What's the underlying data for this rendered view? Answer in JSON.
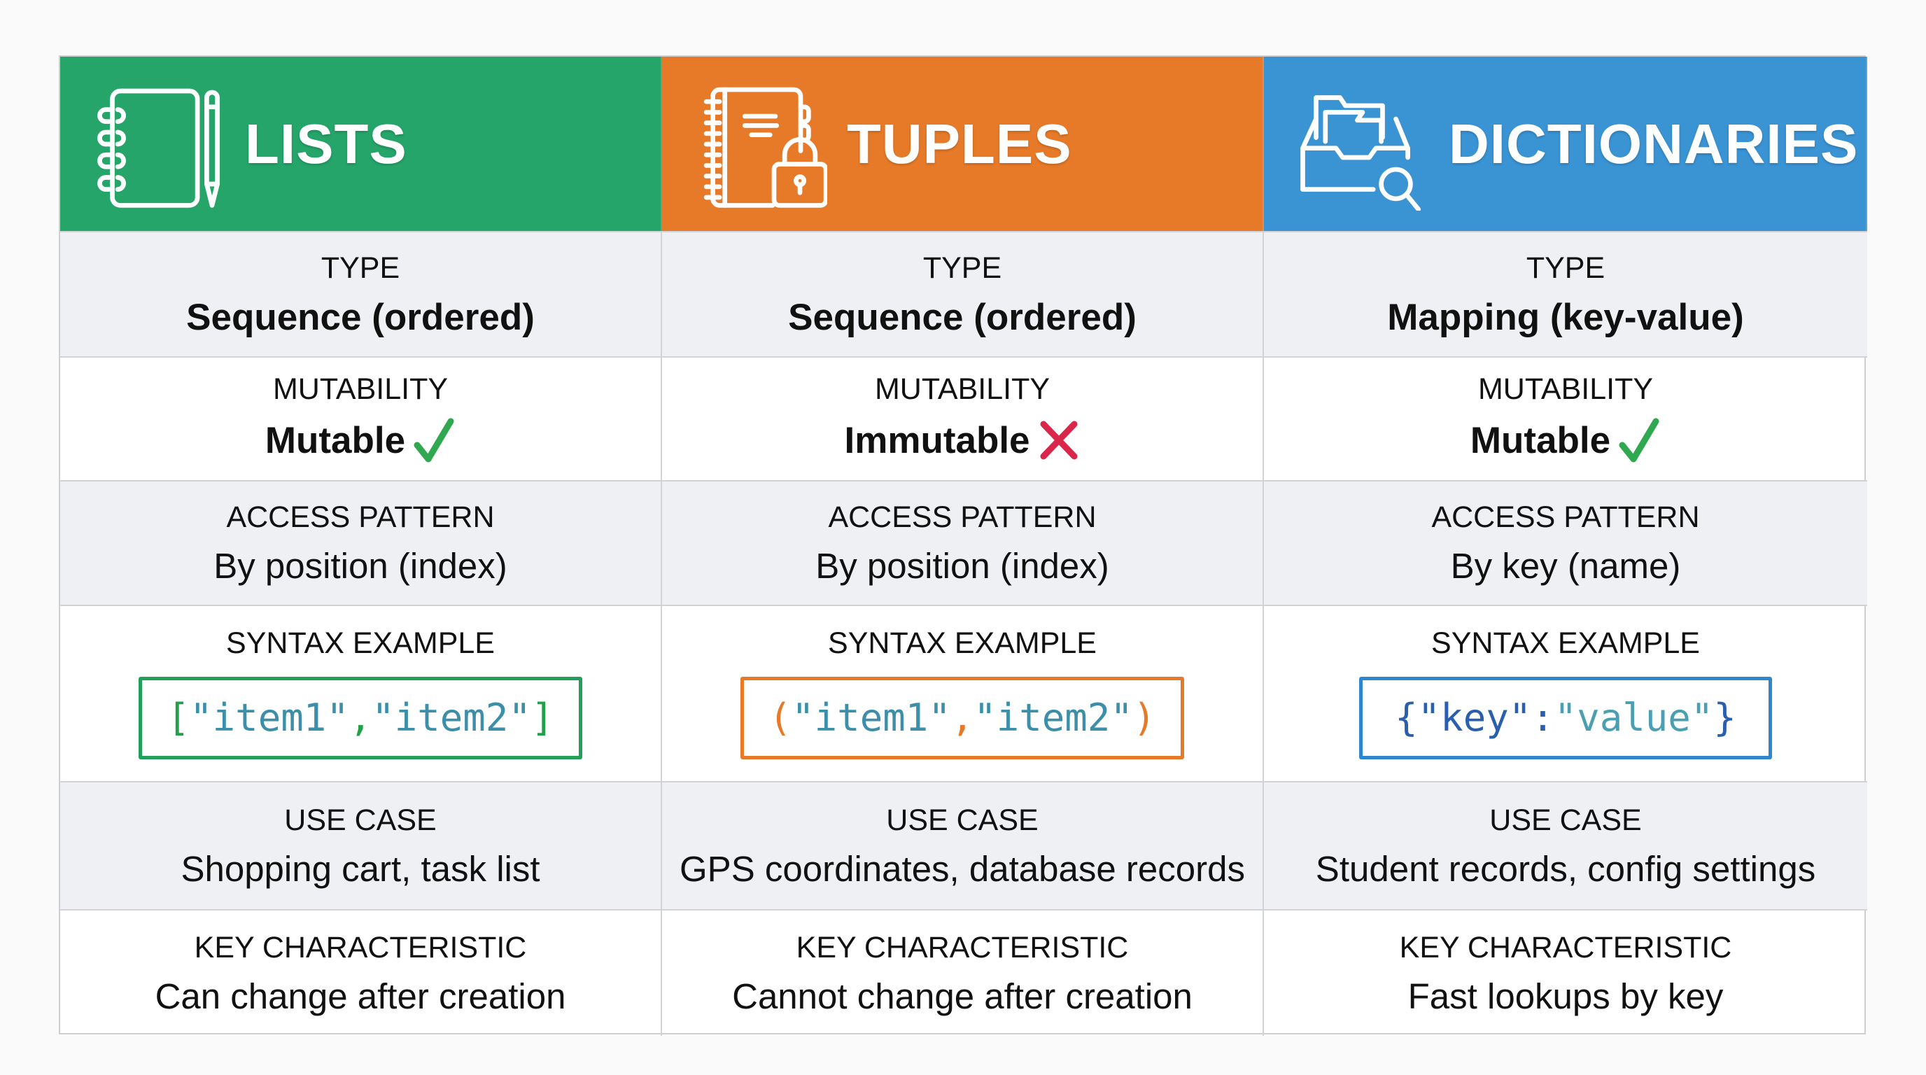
{
  "columns": [
    {
      "id": "lists",
      "title": "LISTS",
      "icon": "notebook-pencil-icon",
      "color": "#25a56a",
      "type": {
        "label": "TYPE",
        "value": "Sequence (ordered)"
      },
      "mutability": {
        "label": "MUTABILITY",
        "value": "Mutable",
        "mark": "check-icon",
        "mark_color": "#2fa84f"
      },
      "access": {
        "label": "ACCESS PATTERN",
        "value": "By position (index)"
      },
      "syntax": {
        "label": "SYNTAX EXAMPLE",
        "open": "[",
        "s1": "\"item1\"",
        "sep": ",",
        "s2": "\"item2\"",
        "close": "]",
        "full": "[\"item1\", \"item2\"]"
      },
      "use_case": {
        "label": "USE CASE",
        "value": "Shopping cart, task list"
      },
      "key_char": {
        "label": "KEY CHARACTERISTIC",
        "value": "Can change after creation"
      }
    },
    {
      "id": "tuples",
      "title": "TUPLES",
      "icon": "locked-notebook-icon",
      "color": "#e67a28",
      "type": {
        "label": "TYPE",
        "value": "Sequence (ordered)"
      },
      "mutability": {
        "label": "MUTABILITY",
        "value": "Immutable",
        "mark": "x-icon",
        "mark_color": "#d9264a"
      },
      "access": {
        "label": "ACCESS PATTERN",
        "value": "By position (index)"
      },
      "syntax": {
        "label": "SYNTAX EXAMPLE",
        "open": "(",
        "s1": "\"item1\"",
        "sep": ",",
        "s2": "\"item2\"",
        "close": ")",
        "full": "(\"item1\", \"item2\")"
      },
      "use_case": {
        "label": "USE CASE",
        "value": "GPS coordinates, database records"
      },
      "key_char": {
        "label": "KEY CHARACTERISTIC",
        "value": "Cannot change after creation"
      }
    },
    {
      "id": "dicts",
      "title": "DICTIONARIES",
      "icon": "file-drawer-search-icon",
      "color": "#3a93d3",
      "type": {
        "label": "TYPE",
        "value": "Mapping (key-value)"
      },
      "mutability": {
        "label": "MUTABILITY",
        "value": "Mutable",
        "mark": "check-icon",
        "mark_color": "#2fa84f"
      },
      "access": {
        "label": "ACCESS PATTERN",
        "value": "By key (name)"
      },
      "syntax": {
        "label": "SYNTAX EXAMPLE",
        "open": "{",
        "s1": "\"key\"",
        "sep": ":",
        "s2": "\"value\"",
        "close": "}",
        "full": "{\"key\": \"value\"}"
      },
      "use_case": {
        "label": "USE CASE",
        "value": "Student records, config settings"
      },
      "key_char": {
        "label": "KEY CHARACTERISTIC",
        "value": "Fast lookups by key"
      }
    }
  ]
}
